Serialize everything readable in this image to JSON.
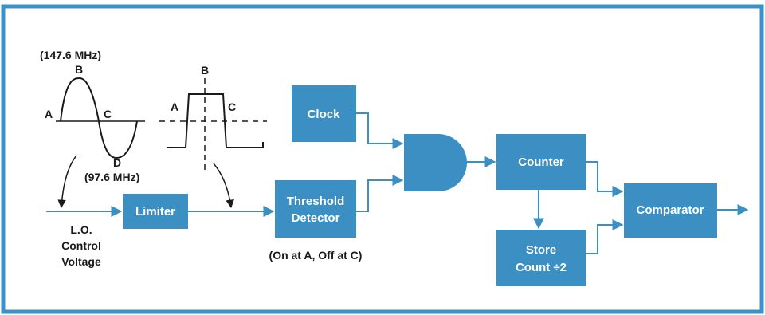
{
  "colors": {
    "frame": "#3c92c4",
    "block": "#3b8fc2",
    "wire": "#3b8fc2",
    "ink": "#1a1a1a"
  },
  "blocks": {
    "limiter": "Limiter",
    "threshold_line1": "Threshold",
    "threshold_line2": "Detector",
    "clock": "Clock",
    "counter": "Counter",
    "store_line1": "Store",
    "store_line2": "Count ÷2",
    "comparator": "Comparator"
  },
  "labels": {
    "freq_top": "(147.6 MHz)",
    "freq_bottom": "(97.6 MHz)",
    "sine_a": "A",
    "sine_b": "B",
    "sine_c": "C",
    "sine_d": "D",
    "square_a": "A",
    "square_b": "B",
    "square_c": "C",
    "lo_line1": "L.O.",
    "lo_line2": "Control",
    "lo_line3": "Voltage",
    "threshold_note": "(On at A, Off at C)"
  }
}
